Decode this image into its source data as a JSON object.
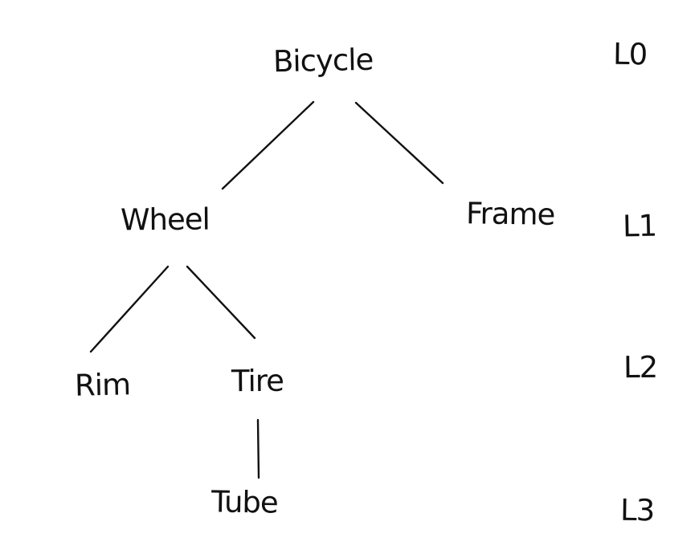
{
  "diagram": {
    "type": "tree",
    "style": "hand-drawn",
    "colors": {
      "ink": "#111111",
      "background": "#ffffff"
    },
    "nodes": {
      "bicycle": {
        "label": "Bicycle",
        "level": 0
      },
      "wheel": {
        "label": "Wheel",
        "level": 1
      },
      "frame": {
        "label": "Frame",
        "level": 1
      },
      "rim": {
        "label": "Rim",
        "level": 2
      },
      "tire": {
        "label": "Tire",
        "level": 2
      },
      "tube": {
        "label": "Tube",
        "level": 3
      }
    },
    "edges": [
      {
        "from": "Bicycle",
        "to": "Wheel"
      },
      {
        "from": "Bicycle",
        "to": "Frame"
      },
      {
        "from": "Wheel",
        "to": "Rim"
      },
      {
        "from": "Wheel",
        "to": "Tire"
      },
      {
        "from": "Tire",
        "to": "Tube"
      }
    ],
    "level_labels": {
      "l0": "L0",
      "l1": "L1",
      "l2": "L2",
      "l3": "L3"
    }
  }
}
